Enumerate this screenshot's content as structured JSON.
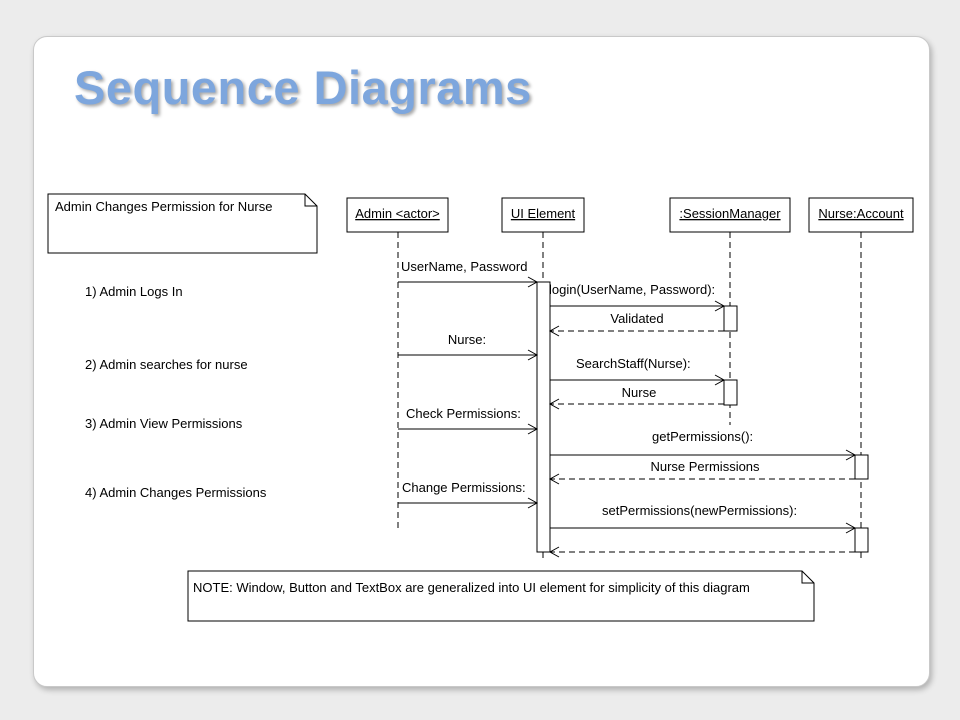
{
  "slide": {
    "title": "Sequence Diagrams"
  },
  "diagram": {
    "frame_label": "Admin Changes Permission for Nurse",
    "participants": [
      {
        "id": "admin",
        "label": "Admin <actor>"
      },
      {
        "id": "ui",
        "label": "UI Element"
      },
      {
        "id": "session",
        "label": ":SessionManager"
      },
      {
        "id": "nurse",
        "label": "Nurse:Account"
      }
    ],
    "steps": [
      "1) Admin Logs In",
      "2) Admin searches for nurse",
      "3) Admin View Permissions",
      "4) Admin Changes Permissions"
    ],
    "messages": [
      {
        "from": "admin",
        "to": "ui",
        "label": "UserName, Password",
        "kind": "call"
      },
      {
        "from": "ui",
        "to": "session",
        "label": "login(UserName, Password):",
        "kind": "call"
      },
      {
        "from": "session",
        "to": "ui",
        "label": "Validated",
        "kind": "return"
      },
      {
        "from": "admin",
        "to": "ui",
        "label": "Nurse:",
        "kind": "call"
      },
      {
        "from": "ui",
        "to": "session",
        "label": "SearchStaff(Nurse):",
        "kind": "call"
      },
      {
        "from": "session",
        "to": "ui",
        "label": "Nurse",
        "kind": "return"
      },
      {
        "from": "admin",
        "to": "ui",
        "label": "Check Permissions:",
        "kind": "call"
      },
      {
        "from": "ui",
        "to": "nurse",
        "label": "getPermissions():",
        "kind": "call"
      },
      {
        "from": "nurse",
        "to": "ui",
        "label": "Nurse Permissions",
        "kind": "return"
      },
      {
        "from": "admin",
        "to": "ui",
        "label": "Change Permissions:",
        "kind": "call"
      },
      {
        "from": "ui",
        "to": "nurse",
        "label": "setPermissions(newPermissions):",
        "kind": "call"
      },
      {
        "from": "nurse",
        "to": "ui",
        "label": "",
        "kind": "return"
      }
    ],
    "note": "NOTE: Window, Button and TextBox are generalized into UI element for simplicity of this diagram"
  }
}
